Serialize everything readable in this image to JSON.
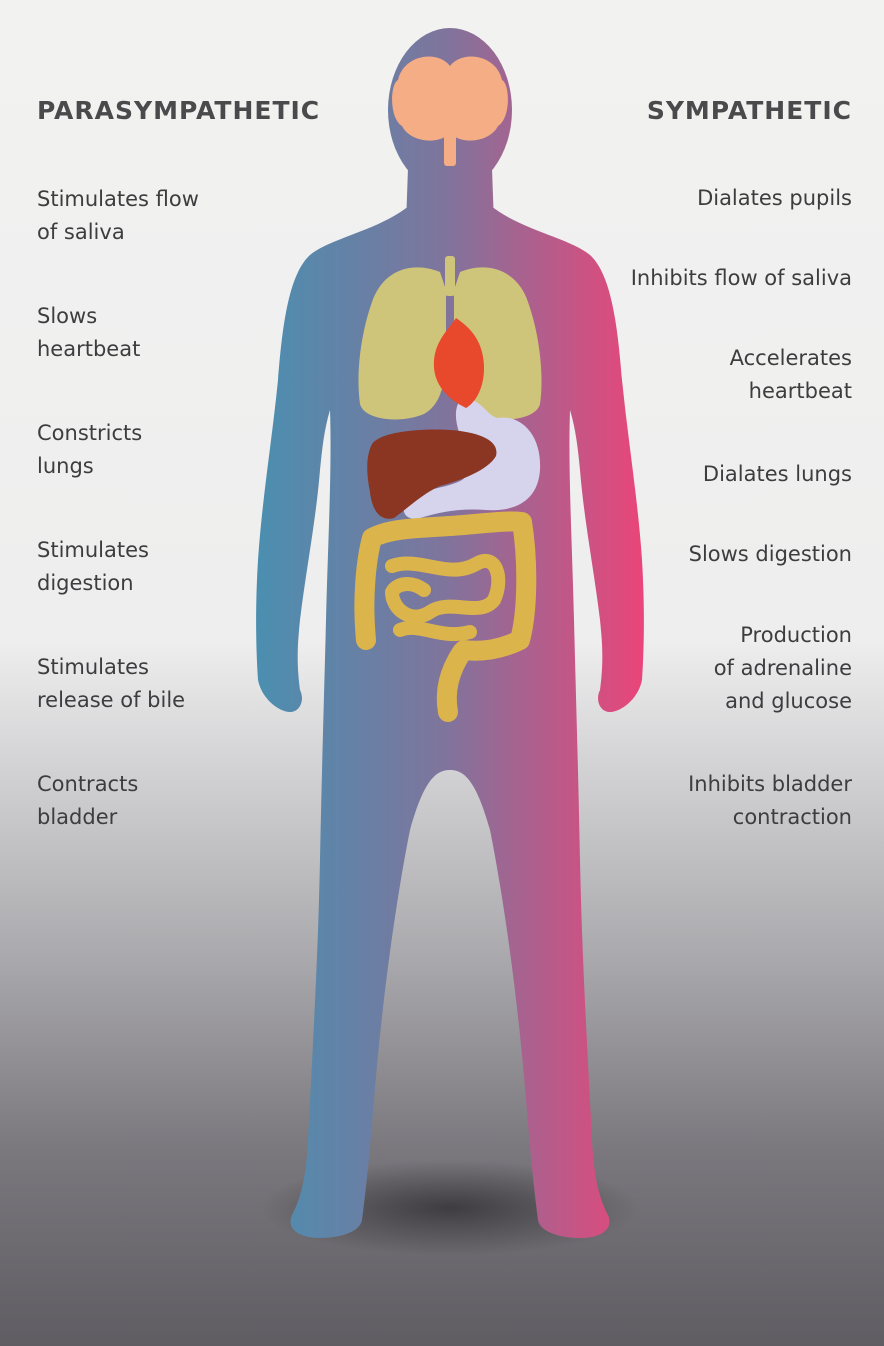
{
  "parasympathetic": {
    "heading": "PARASYMPATHETIC",
    "effects": [
      "Stimulates flow\nof saliva",
      "Slows\nheartbeat",
      "Constricts\nlungs",
      "Stimulates\ndigestion",
      "Stimulates\nrelease of bile",
      "Contracts\nbladder"
    ]
  },
  "sympathetic": {
    "heading": "SYMPATHETIC",
    "effects": [
      "Dialates pupils",
      "Inhibits flow of saliva",
      "Accelerates\nheartbeat",
      "Dialates lungs",
      "Slows digestion",
      "Production\nof adrenaline\nand glucose",
      "Inhibits bladder\ncontraction"
    ]
  },
  "colors": {
    "parasympathetic_side": "#4a8fb0",
    "sympathetic_side": "#e8467a",
    "brain": "#f5ad86",
    "lungs": "#cfc57a",
    "heart": "#e8492d",
    "liver": "#8a3622",
    "stomach": "#d6d4ec",
    "intestines": "#dcb44c"
  }
}
